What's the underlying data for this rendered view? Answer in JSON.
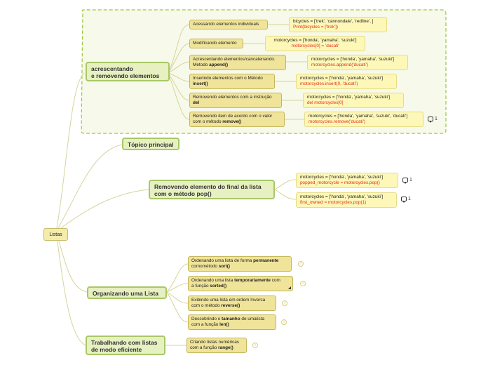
{
  "root": {
    "label": "Listas"
  },
  "topics": {
    "add_remove": {
      "title_l1": "acrescentando",
      "title_l2": "e removendo elementos",
      "subs": [
        {
          "label": "Acessando elementos individuais",
          "code_l1": "bicycles = ['trek', 'cannondale', 'redline', ]",
          "code_l2": "Print(bicycles = ['trek'])"
        },
        {
          "label": "Modificando elemento",
          "code_l1": "motorcycles = ['honda', 'yamaha', 'suzuki']",
          "code_l2": "motorcycles[0] = 'ducati'"
        },
        {
          "label_l1": "Acrescentando elementos/cancatenando.",
          "label_l2a": "Metodo ",
          "label_l2b": "append()",
          "code_l1": "motorcycles = ['honda', 'yamaha', 'suzuki']",
          "code_l2": "motorcycles.append('ducati')"
        },
        {
          "label_l1": "Inserindo elementos com o Método",
          "label_l2b": "insert()",
          "code_l1": "motorcycles = ['honda', 'yamaha', 'suzuki']",
          "code_l2": "motorcycles.insert(0, 'ducati')"
        },
        {
          "label_l1": "Removendo elementos com a instrução",
          "label_l2b": "del",
          "code_l1": "motorcycles = ['honda', 'yamaha', 'suzuki']",
          "code_l2": "del motorcycles[0]"
        },
        {
          "label_l1": "Removendo item de acordo com o valor",
          "label_l2a": "com o método ",
          "label_l2b": "remove()",
          "code_l1": "motorcycles = ['honda', 'yamaha', 'suzuki', 'ducati']",
          "code_l2": "motorcycles.remove('ducati')",
          "comment_count": "1"
        }
      ]
    },
    "main_topic": {
      "title": "Tópico principal"
    },
    "pop": {
      "title_l1": "Removendo elemento do final da lista",
      "title_l2": "com o método pop()",
      "codes": [
        {
          "l1": "motorcycles = ['honda', 'yamaha', 'suzuki']",
          "l2": "popped_motorcycle = motorcycles.pop()",
          "comment_count": "1"
        },
        {
          "l1": "motorcycles = ['honda', 'yamaha', 'suzuki']",
          "l2": "first_owned = motorcycles.pop(1)",
          "comment_count": "1"
        }
      ]
    },
    "organize": {
      "title": "Organizando uma Lista",
      "subs": [
        {
          "a": "Ordenando uma lista de forma ",
          "b": "permanente",
          "c": "comométodo ",
          "d": "sort()"
        },
        {
          "a": "Ordenando uma lista ",
          "b": "temporariamente",
          "a2": " com",
          "c": "a função ",
          "d": "sorted()"
        },
        {
          "a": "Exibindo uma lista em ordem Inversa",
          "c": "com o método ",
          "d": "reverse()"
        },
        {
          "a": "Descobrindo o ",
          "b": "tamanho",
          "a2": " de umalista",
          "c": "com a função ",
          "d": "len()"
        }
      ]
    },
    "working": {
      "title_l1": "Trabalhando com listas",
      "title_l2": "de modo eficiente",
      "sub": {
        "a": "Criando listas numéricas",
        "c": "com a função ",
        "d": "range()"
      }
    }
  },
  "colors": {
    "line": "#c9c98e",
    "boundary": "#9cc63e",
    "boundary_fill": "#f7f9ea",
    "code_red": "#e0301a"
  }
}
